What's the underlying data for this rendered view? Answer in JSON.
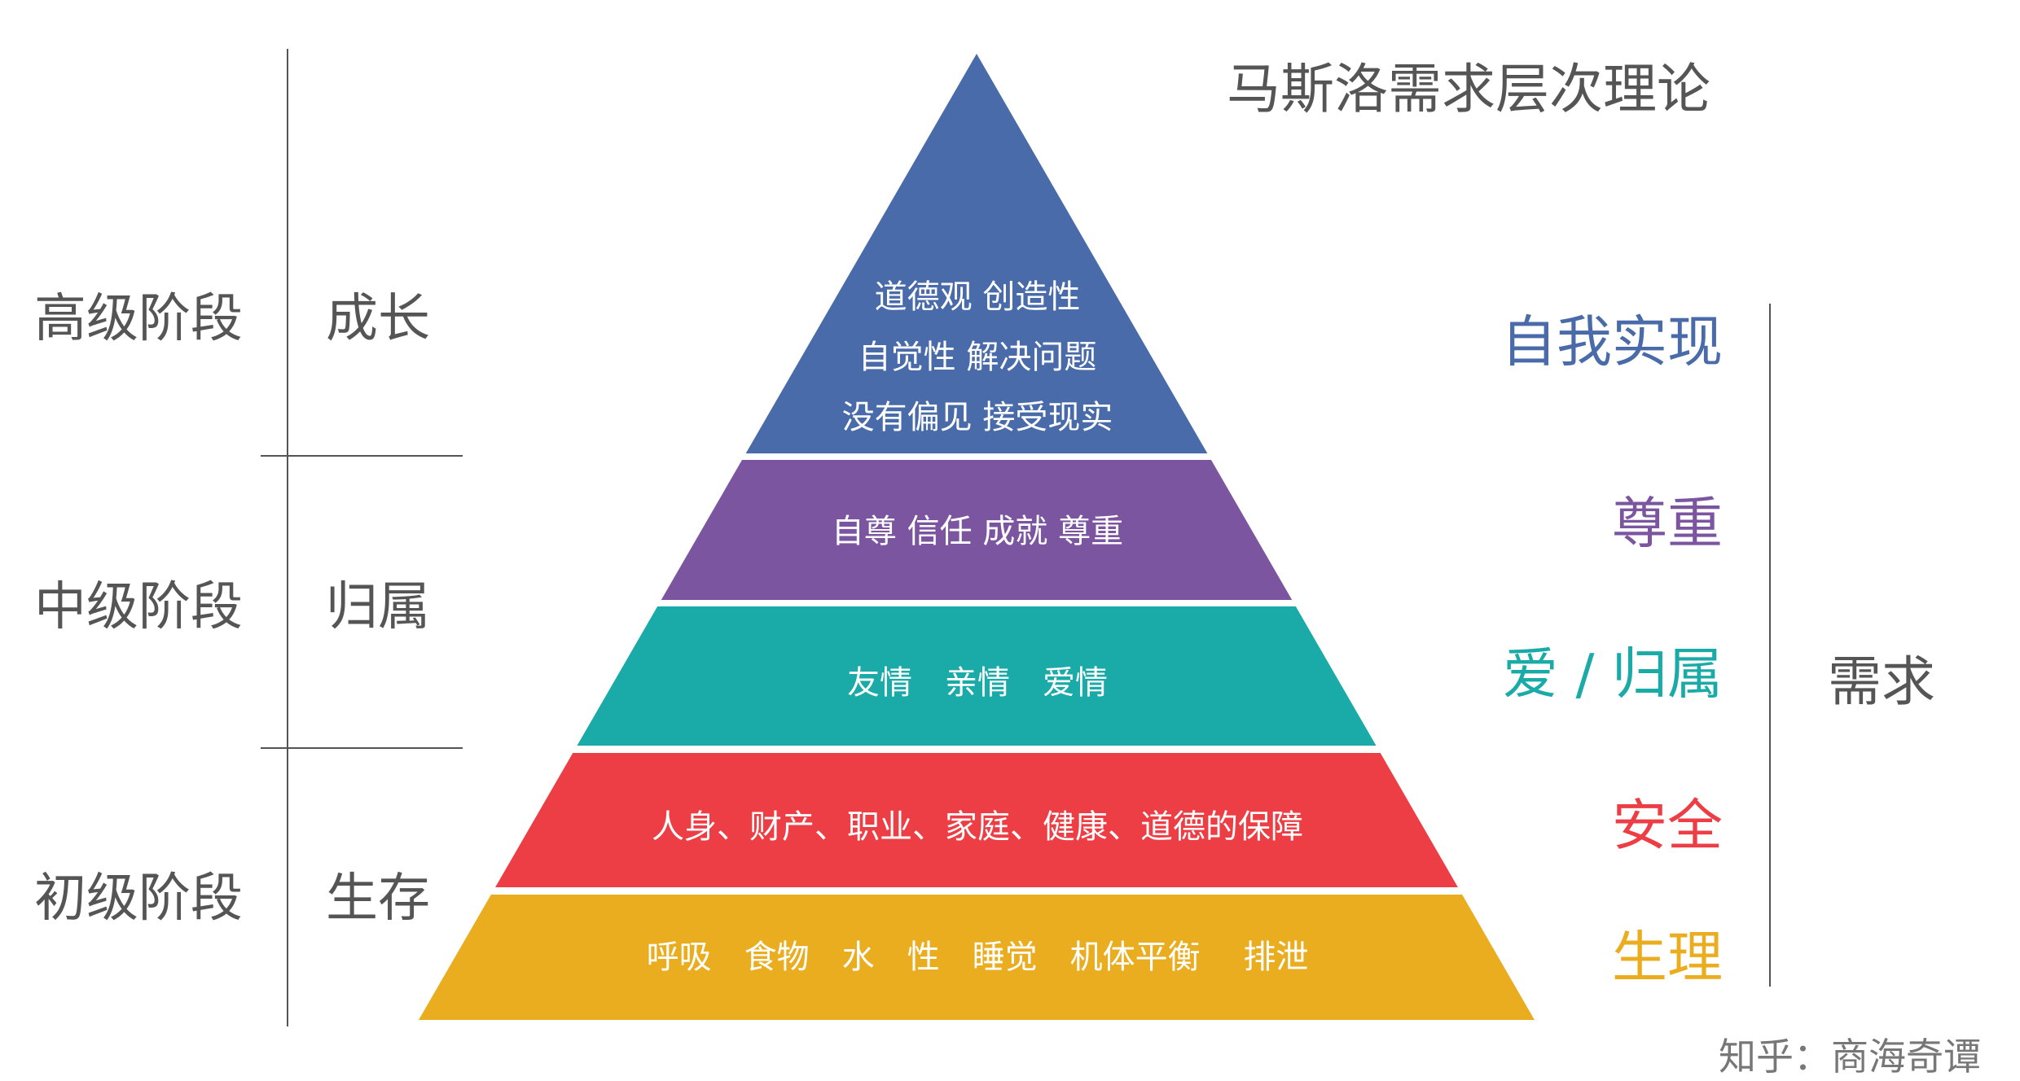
{
  "title": "马斯洛需求层次理论",
  "stages": [
    {
      "level": "高级阶段",
      "phase": "成长"
    },
    {
      "level": "中级阶段",
      "phase": "归属"
    },
    {
      "level": "初级阶段",
      "phase": "生存"
    }
  ],
  "layers": [
    {
      "need": "自我实现",
      "color": "#4a6ba9",
      "lines": [
        "道德观 创造性",
        "自觉性 解决问题",
        "没有偏见 接受现实"
      ]
    },
    {
      "need": "尊重",
      "color": "#7c55a1",
      "lines": [
        "自尊 信任 成就 尊重"
      ]
    },
    {
      "need": "爱 / 归属",
      "color": "#1aaaa7",
      "lines": [
        "友情　亲情　爱情"
      ]
    },
    {
      "need": "安全",
      "color": "#ec3e44",
      "lines": [
        "人身、财产、职业、家庭、健康、道德的保障"
      ]
    },
    {
      "need": "生理",
      "color": "#e9ad1f",
      "lines": [
        "呼吸　食物　水　性　睡觉　机体平衡　 排泄"
      ]
    }
  ],
  "needs_label": "需求",
  "footer": "知乎：商海奇谭"
}
